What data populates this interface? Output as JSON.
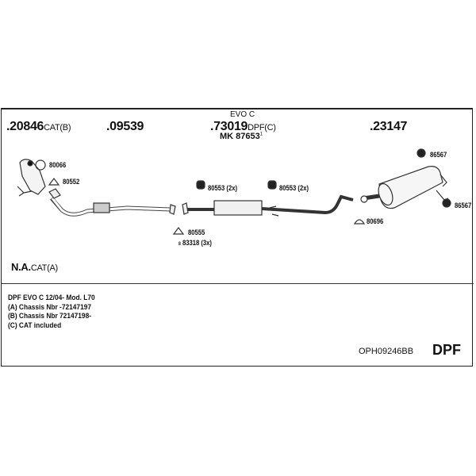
{
  "parts": {
    "cat_front": {
      "number": ".20846",
      "suffix": "CAT(B)"
    },
    "front_pipe": {
      "number": ".09539"
    },
    "dpf": {
      "top_label": "EVO C",
      "number": ".73019",
      "suffix": "DPF(C)",
      "mk_label": "MK  87653",
      "mk_mark": "1"
    },
    "rear_silencer": {
      "number": ".23147"
    },
    "cat_na": {
      "number": "N.A.",
      "suffix": "CAT(A)"
    }
  },
  "fittings": [
    {
      "id": "80066"
    },
    {
      "id": "80552"
    },
    {
      "id": "80555"
    },
    {
      "id": "83318 (3x)",
      "prefix": "8"
    },
    {
      "id": "80553 (2x)"
    },
    {
      "id": "80553 (2x)"
    },
    {
      "id": "80696"
    },
    {
      "id": "86567"
    },
    {
      "id": "86567"
    }
  ],
  "notes": [
    "DPF EVO C   12/04-   Mod. L70",
    "(A) Chassis Nbr -72147197",
    "(B) Chassis Nbr 72147198-",
    "(C) CAT included"
  ],
  "footer": {
    "code": "OPH09246BB",
    "type": "DPF"
  }
}
